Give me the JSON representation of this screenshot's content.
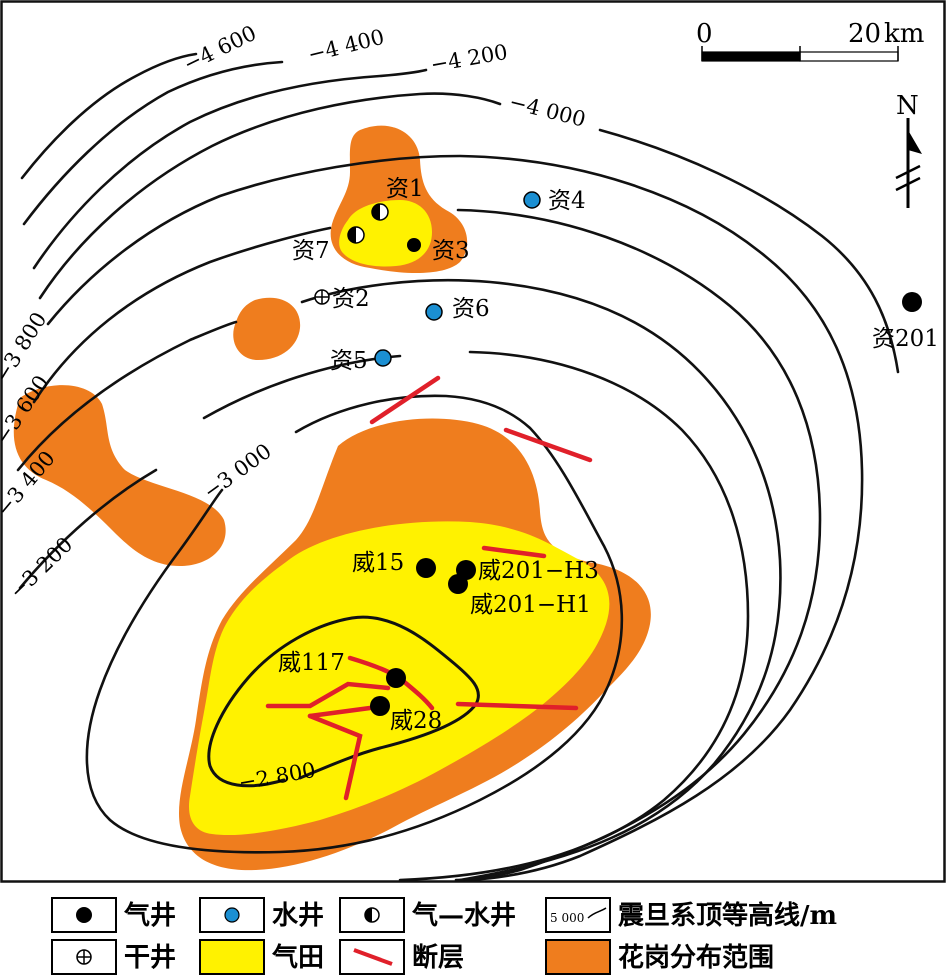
{
  "map": {
    "scale_bar": {
      "start": "0",
      "end": "20",
      "unit": "km"
    },
    "north_label": "N",
    "contour_labels": [
      "−4 600",
      "−4 400",
      "−4 200",
      "−4 000",
      "−3 800",
      "−3 600",
      "−3 400",
      "−3 200",
      "−3 000",
      "−2 800"
    ],
    "wells": {
      "zi1": "资1",
      "zi2": "资2",
      "zi3": "资3",
      "zi4": "资4",
      "zi5": "资5",
      "zi6": "资6",
      "zi7": "资7",
      "zi201": "资201",
      "wei15": "威15",
      "wei201h3": "威201−H3",
      "wei201h1": "威201−H1",
      "wei117": "威117",
      "wei28": "威28"
    },
    "colors": {
      "granite": "#ef7d1e",
      "gas_field": "#fff200",
      "fault": "#e0202a",
      "water_well": "#1b8fd2",
      "contour": "#111111"
    }
  },
  "legend": {
    "gas_well": "气井",
    "water_well": "水井",
    "gas_water_well": "气—水井",
    "contour_sample": "5 000",
    "contour": "震旦系顶等高线/m",
    "dry_well": "干井",
    "gas_field": "气田",
    "fault": "断层",
    "granite": "花岗分布范围"
  }
}
